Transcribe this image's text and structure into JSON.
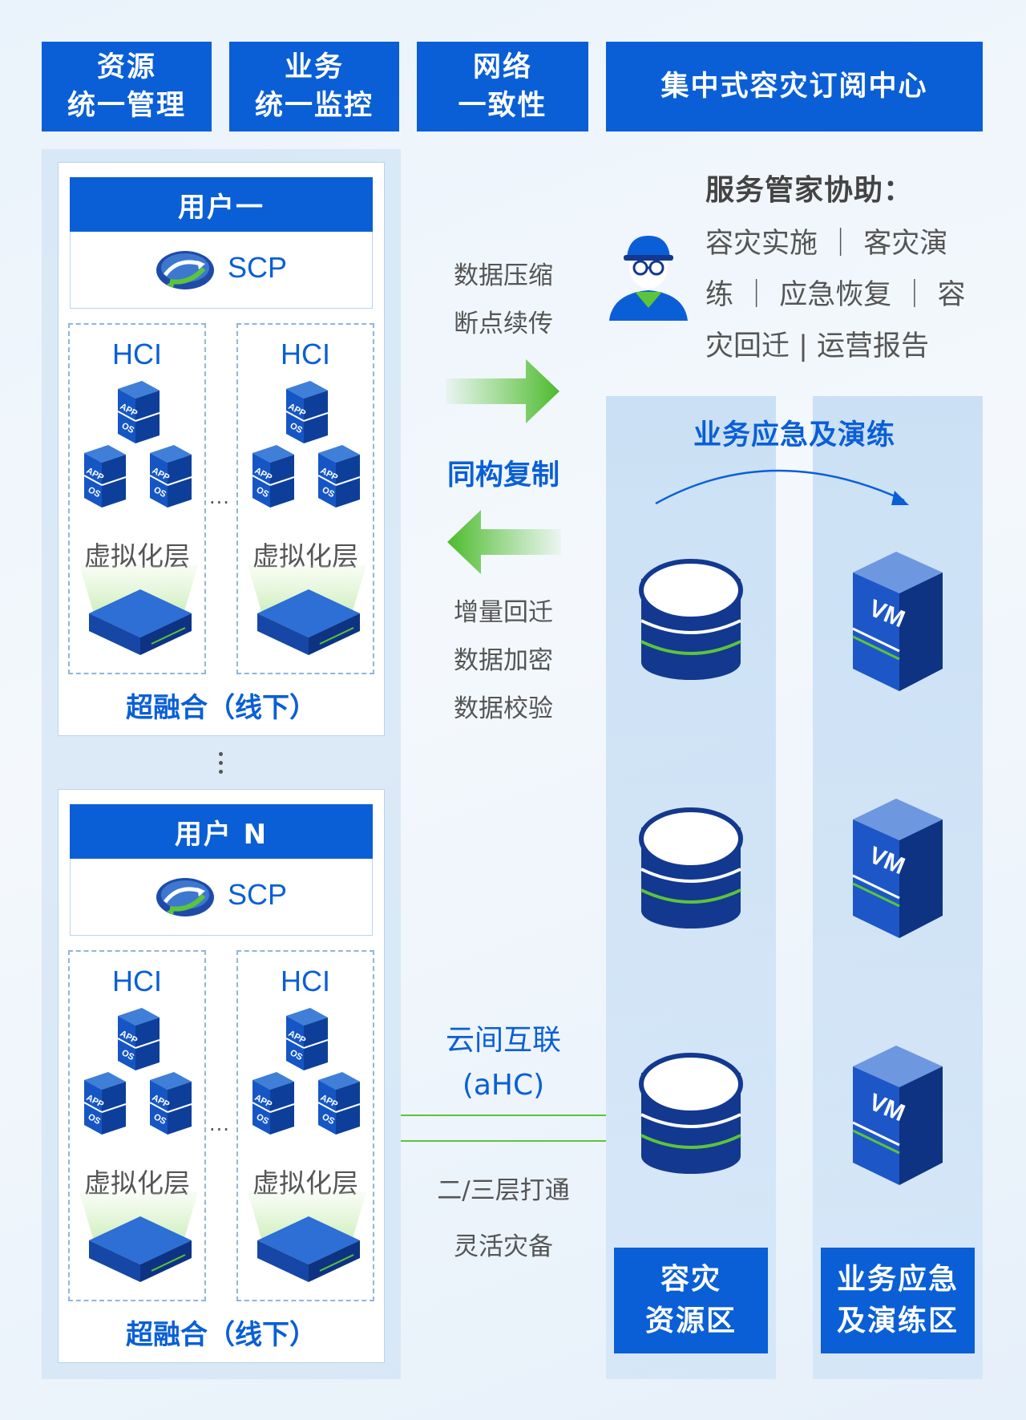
{
  "header": {
    "box1": [
      "资源",
      "统一管理"
    ],
    "box2": [
      "业务",
      "统一监控"
    ],
    "box3": [
      "网络",
      "一致性"
    ],
    "box4": "集中式容灾订阅中心"
  },
  "users": [
    {
      "title": "用户一",
      "scp": "SCP",
      "hci_title": "HCI",
      "app_label": "APP",
      "os_label": "OS",
      "virt_label": "虚拟化层",
      "ellipsis": "···",
      "hyper_label": "超融合（线下）"
    },
    {
      "title": "用户 N",
      "scp": "SCP",
      "hci_title": "HCI",
      "app_label": "APP",
      "os_label": "OS",
      "virt_label": "虚拟化层",
      "ellipsis": "···",
      "hyper_label": "超融合（线下）"
    }
  ],
  "middle": {
    "top_features": [
      "数据压缩",
      "断点续传"
    ],
    "replication": "同构复制",
    "bottom_features": [
      "增量回迁",
      "数据加密",
      "数据校验"
    ],
    "interconnect": [
      "云间互联",
      "(aHC)"
    ],
    "network_features": [
      "二/三层打通",
      "灵活灾备"
    ]
  },
  "service": {
    "title": "服务管家协助：",
    "lines": [
      "容灾实施 ｜ 客灾演",
      "练 ｜ 应急恢复 ｜ 容",
      "灾回迁 | 运营报告"
    ]
  },
  "zones": {
    "title": "业务应急及演练",
    "dr_label": [
      "容灾",
      "资源区"
    ],
    "drill_label": [
      "业务应急",
      "及演练区"
    ],
    "vm_label": "VM"
  },
  "colors": {
    "primary_blue": "#0a5fd6",
    "green": "#5cc43a",
    "dark_navy": "#13388f"
  }
}
